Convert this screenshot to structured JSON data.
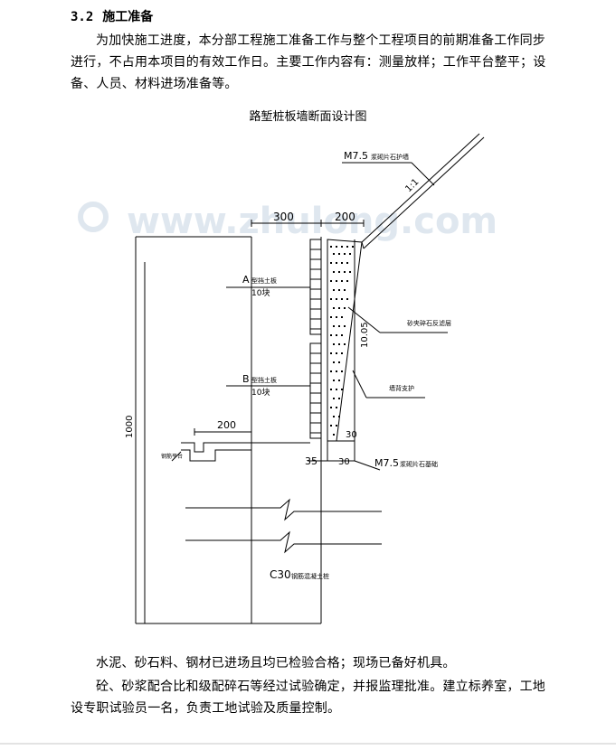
{
  "section": {
    "number": "3.2",
    "title": "施工准备"
  },
  "paragraph1": "为加快施工进度，本分部工程施工准备工作与整个工程项目的前期准备工作同步进行，不占用本项目的有效工作日。主要工作内容有：测量放样；工作平台整平；设备、人员、材料进场准备等。",
  "figure": {
    "caption": "路堑桩板墙断面设计图",
    "watermark": "www.zhulong.com",
    "labels": {
      "m75_top": "M7.5",
      "m75_top_desc": "浆砌片石护墙",
      "slope": "1:1",
      "dim_300": "300",
      "dim_200_top": "200",
      "a_title": "A",
      "a_desc": "型挡土板",
      "a_count": "10块",
      "b_title": "B",
      "b_desc": "型挡土板",
      "b_count": "10块",
      "sand": "砂夹碎石反滤层",
      "dim_1005": "10.05",
      "drain": "墙背支护",
      "dim_200_mid": "200",
      "dim_30_a": "30",
      "dim_1000": "1000",
      "work": "钢筋平台",
      "dim_35": "35",
      "dim_30_b": "30",
      "m75_bot": "M7.5",
      "m75_bot_desc": "浆砌片石基础",
      "c30": "C30",
      "c30_desc": "钢筋混凝土桩"
    }
  },
  "paragraph2": "水泥、砂石料、钢材已进场且均已检验合格；现场已备好机具。",
  "paragraph3": "砼、砂浆配合比和级配碎石等经过试验确定，并报监理批准。建立标养室，工地设专职试验员一名，负责工地试验及质量控制。"
}
